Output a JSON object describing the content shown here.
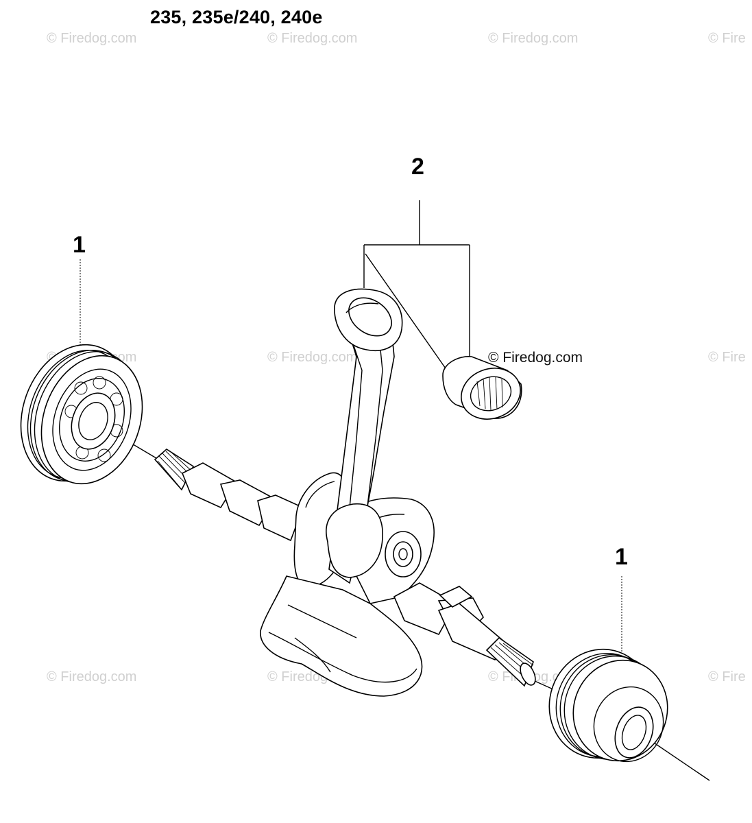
{
  "header": {
    "title": "235, 235e/240, 240e"
  },
  "callouts": {
    "bearing_top": "1",
    "conrod": "2",
    "bearing_bottom": "1"
  },
  "watermarks": {
    "text": "© Firedog.com",
    "cut_text": "© Fire",
    "prominent": "© Firedog.com"
  },
  "colors": {
    "line": "#000000",
    "watermark": "#d0d0d0",
    "background": "#ffffff"
  }
}
